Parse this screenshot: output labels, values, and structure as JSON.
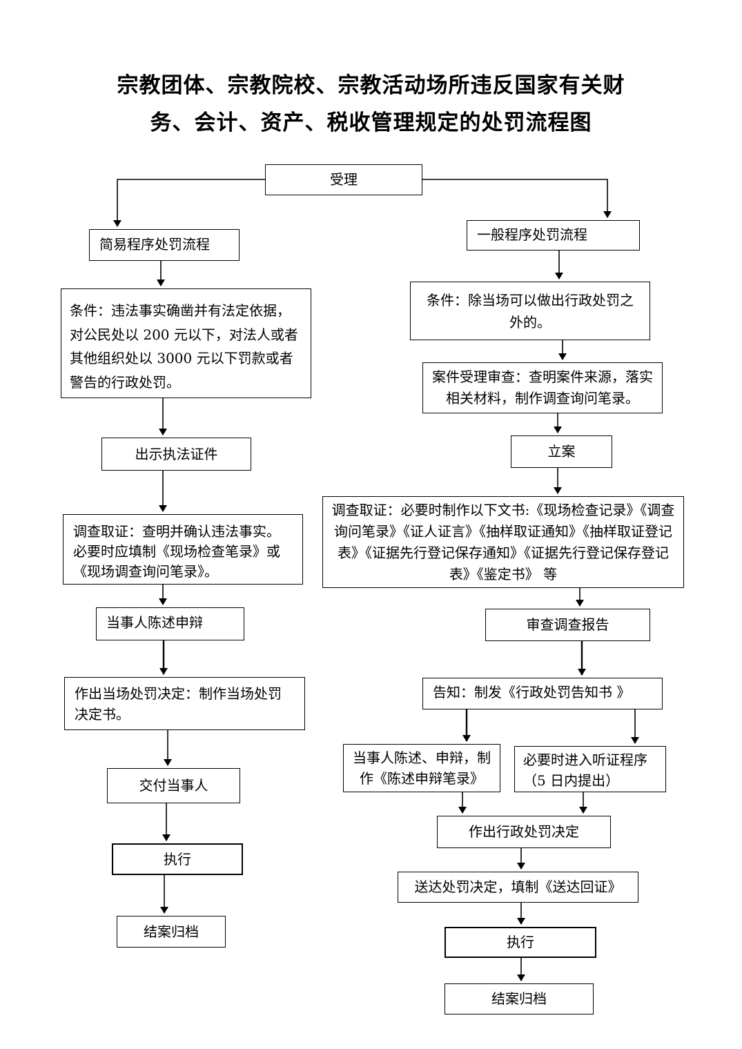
{
  "title": {
    "line1": "宗教团体、宗教院校、宗教活动场所违反国家有关财",
    "line2": "务、会计、资产、税收管理规定的处罚流程图"
  },
  "start": "受理",
  "simple": {
    "header": "简易程序处罚流程",
    "condition": "条件：违法事实确凿并有法定依据，对公民处以 200 元以下，对法人或者其他组织处以 3000 元以下罚款或者警告的行政处罚。",
    "show_id": "出示执法证件",
    "investigate": "调查取证：查明并确认违法事实。必要时应填制《现场检查笔录》或《现场调查询问笔录》。",
    "statement": "当事人陈述申辩",
    "decision": "作出当场处罚决定：制作当场处罚决定书。",
    "deliver": "交付当事人",
    "execute": "执行",
    "archive": "结案归档"
  },
  "general": {
    "header": "一般程序处罚流程",
    "condition": "条件：除当场可以做出行政处罚之外的。",
    "review": "案件受理审查：查明案件来源，落实相关材料，制作调查询问笔录。",
    "filing": "立案",
    "investigate": "调查取证：必要时制作以下文书:《现场检查记录》《调查询问笔录》《证人证言》《抽样取证通知》《抽样取证登记表》《证据先行登记保存通知》《证据先行登记保存登记表》《鉴定书》 等",
    "report": "审查调查报告",
    "notify": "告知：制发《行政处罚告知书 》",
    "defense": "当事人陈述、申辩，制作《陈述申辩笔录》",
    "hearing": "必要时进入听证程序（5 日内提出）",
    "decision": "作出行政处罚决定",
    "serve": "送达处罚决定，填制《送达回证》",
    "execute": "执行",
    "archive": "结案归档"
  }
}
